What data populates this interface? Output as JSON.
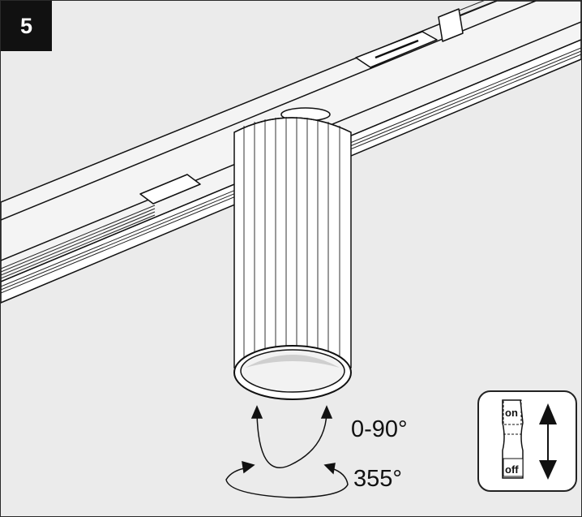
{
  "step": {
    "number": "5"
  },
  "adjustment": {
    "tilt_label": "0-90°",
    "rotation_label": "355°"
  },
  "switch": {
    "on_label": "on",
    "off_label": "off"
  },
  "colors": {
    "background": "#ebebeb",
    "line": "#111111",
    "badge": "#111111",
    "badge_text": "#ffffff"
  },
  "icons": [
    "up-down-arrow-icon",
    "rocker-switch-icon",
    "tilt-arrow-icon",
    "rotation-arrow-icon"
  ]
}
